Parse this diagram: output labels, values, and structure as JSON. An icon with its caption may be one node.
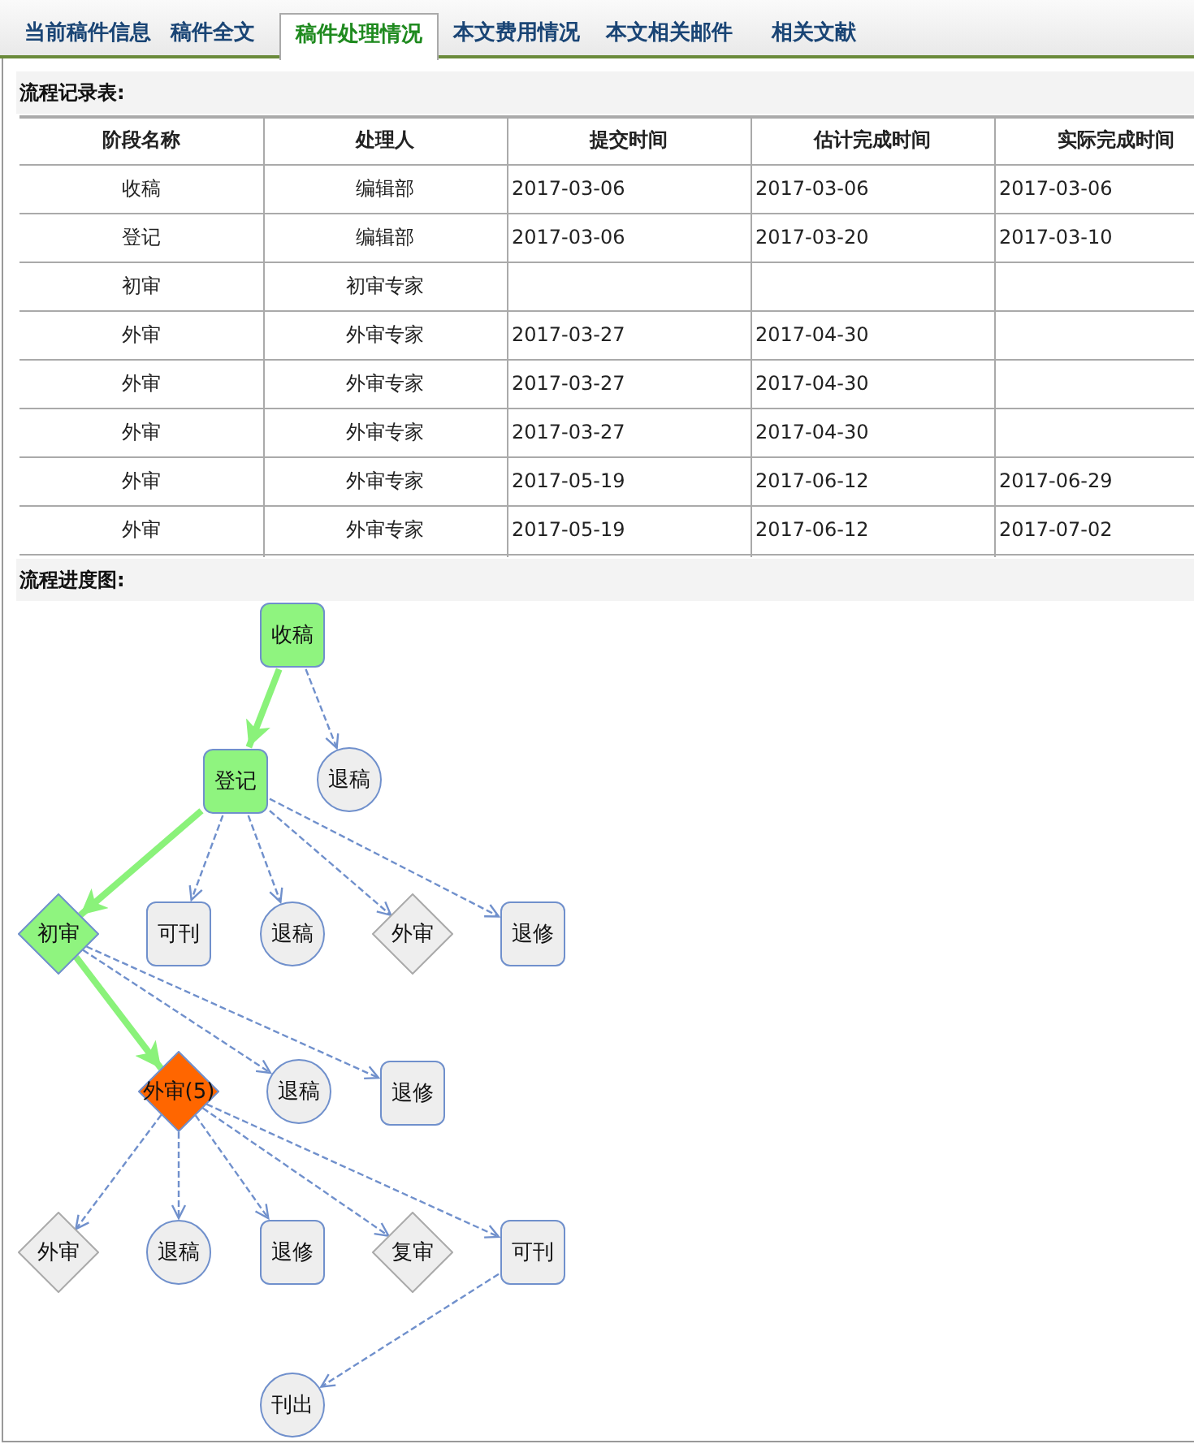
{
  "diagram": {
    "nodes": [
      {
        "text": [
          "收稿"
        ]
      },
      {
        "text": [
          "退稿"
        ]
      },
      {
        "text": [
          "登记"
        ]
      },
      {
        "text": [
          "初审"
        ]
      },
      {
        "text": [
          "可刊"
        ]
      },
      {
        "text": [
          "退稿"
        ]
      },
      {
        "text": [
          "外审"
        ]
      },
      {
        "text": [
          "退修"
        ]
      },
      {
        "text": [
          "外审(5)"
        ]
      },
      {
        "text": [
          "退稿"
        ]
      },
      {
        "text": [
          "退修"
        ]
      },
      {
        "text": [
          "外审"
        ]
      },
      {
        "text": [
          "退稿"
        ]
      },
      {
        "text": [
          "退修"
        ]
      },
      {
        "text": [
          "复审"
        ]
      },
      {
        "text": [
          "可刊"
        ]
      },
      {
        "text": [
          "刊出"
        ]
      }
    ],
    "edges": [
      {
        "from": 0,
        "to": 2,
        "arrow": "to",
        "style": "thick",
        "color": "#8af27a"
      },
      {
        "from": 0,
        "to": 1,
        "arrow": "to",
        "style": "dashed"
      },
      {
        "from": 2,
        "to": 3,
        "arrow": "to",
        "style": "thick",
        "color": "#8af27a"
      },
      {
        "from": 2,
        "to": 4,
        "arrow": "to",
        "style": "dashed"
      },
      {
        "from": 2,
        "to": 5,
        "arrow": "to",
        "style": "dashed"
      },
      {
        "from": 2,
        "to": 6,
        "arrow": "to",
        "style": "dashed"
      },
      {
        "from": 2,
        "to": 7,
        "arrow": "to",
        "style": "dashed"
      },
      {
        "from": 3,
        "to": 8,
        "arrow": "to",
        "style": "thick",
        "color": "#8af27a"
      },
      {
        "from": 3,
        "to": 9,
        "arrow": "to",
        "style": "dashed"
      },
      {
        "from": 3,
        "to": 10,
        "arrow": "to",
        "style": "dashed"
      },
      {
        "from": 8,
        "to": 11,
        "arrow": "to",
        "style": "dashed"
      },
      {
        "from": 8,
        "to": 12,
        "arrow": "to",
        "style": "dashed"
      },
      {
        "from": 8,
        "to": 13,
        "arrow": "to",
        "style": "dashed"
      },
      {
        "from": 8,
        "to": 14,
        "arrow": "to",
        "style": "dashed"
      },
      {
        "from": 8,
        "to": 15,
        "arrow": "to",
        "style": "dashed"
      },
      {
        "from": 15,
        "to": 16,
        "arrow": "to",
        "style": "dashed"
      }
    ],
    "labels": [
      "当前稿件信息",
      "稿件全文",
      "稿件处理情况",
      "本文费用情况",
      "本文相关邮件",
      "相关文献",
      "流程记录表:",
      "阶段名称",
      "处理人",
      "提交时间",
      "估计完成时间",
      "实际完成时间",
      "收稿",
      "编辑部",
      "2017-03-06",
      "2017-03-06",
      "2017-03-06",
      "登记",
      "编辑部",
      "2017-03-06",
      "2017-03-20",
      "2017-03-10",
      "初审",
      "初审专家",
      "外审",
      "外审专家",
      "2017-03-27",
      "2017-04-30",
      "外审",
      "外审专家",
      "2017-03-27",
      "2017-04-30",
      "外审",
      "外审专家",
      "2017-03-27",
      "2017-04-30",
      "外审",
      "外审专家",
      "2017-05-19",
      "2017-06-12",
      "2017-06-29",
      "外审",
      "外审专家",
      "2017-05-19",
      "2017-06-12",
      "2017-07-02",
      "流程进度图:"
    ]
  }
}
